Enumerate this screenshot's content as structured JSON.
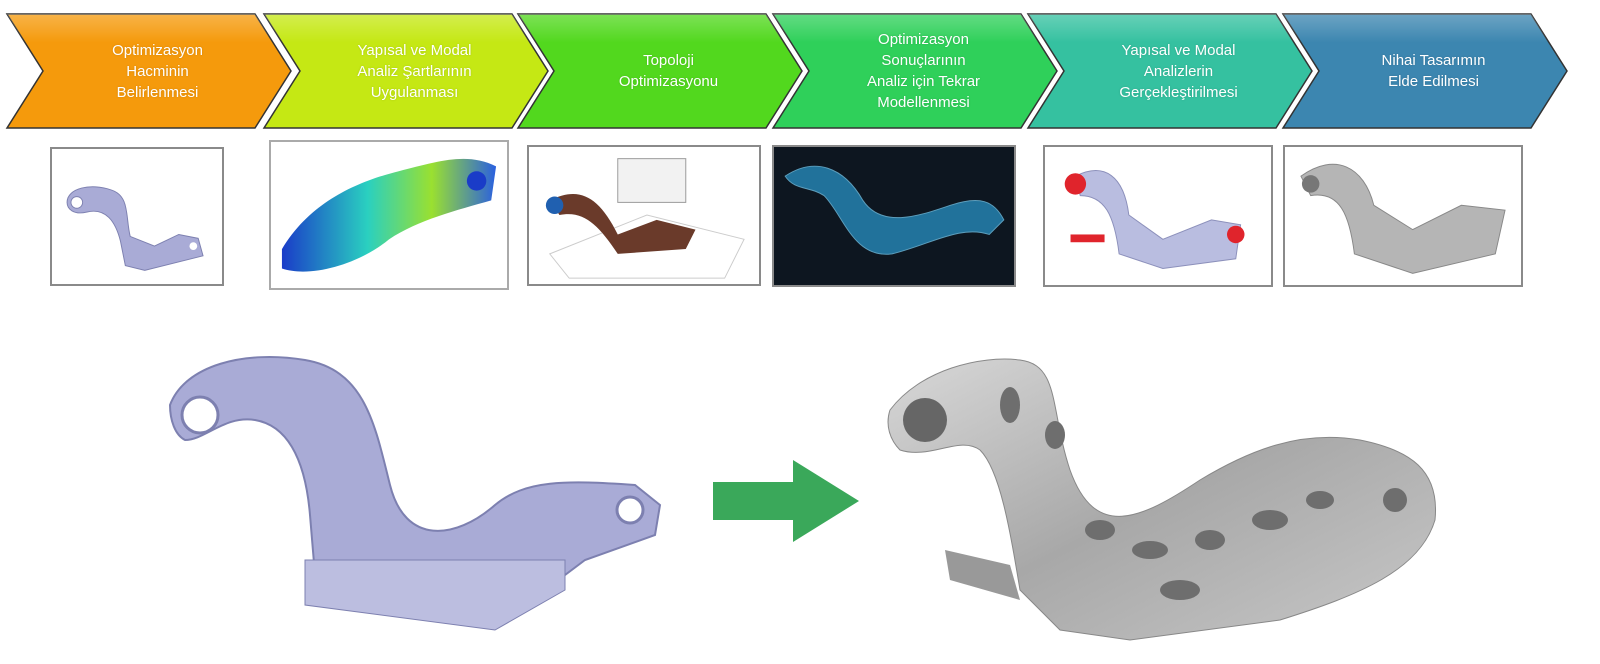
{
  "steps": [
    {
      "label": "Optimizasyon\nHacminin\nBelirlenmesi",
      "color": "#f59a0c"
    },
    {
      "label": "Yapısal ve Modal\nAnaliz Şartlarının\nUygulanması",
      "color": "#c5e814"
    },
    {
      "label": "Topoloji\nOptimizasyonu",
      "color": "#52d81e"
    },
    {
      "label": "Optimizasyon\nSonuçlarının\nAnaliz için Tekrar\nModellenmesi",
      "color": "#2fd05a"
    },
    {
      "label": "Yapısal ve Modal\nAnalizlerin\nGerçekleştirilmesi",
      "color": "#35c1a0"
    },
    {
      "label": "Nihai Tasarımın\nElde Edilmesi",
      "color": "#3c86b0"
    }
  ],
  "thumbnails": [
    "initial-design-volume",
    "fea-stress-analysis",
    "topology-optimization-result",
    "remodeled-lattice",
    "structural-modal-analysis",
    "final-printed-part"
  ],
  "arrow_color": "#3aa85a",
  "main": {
    "before": "original-bracket",
    "after": "optimized-bracket"
  }
}
